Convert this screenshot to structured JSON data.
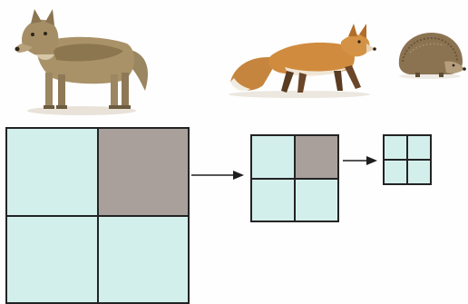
{
  "animals": [
    {
      "name": "wolf",
      "icon": "wolf-illustration"
    },
    {
      "name": "fox",
      "icon": "fox-illustration"
    },
    {
      "name": "hedgehog",
      "icon": "hedgehog-illustration"
    }
  ],
  "squares": [
    {
      "name": "large",
      "cells": [
        "plain",
        "shaded",
        "plain",
        "plain"
      ]
    },
    {
      "name": "medium",
      "cells": [
        "plain",
        "shaded",
        "plain",
        "plain"
      ]
    },
    {
      "name": "small",
      "cells": [
        "plain",
        "plain",
        "plain",
        "plain"
      ]
    }
  ],
  "colors": {
    "cell_fill": "#d3efec",
    "shaded_fill": "#a9a09c",
    "grid_line": "#232323"
  }
}
